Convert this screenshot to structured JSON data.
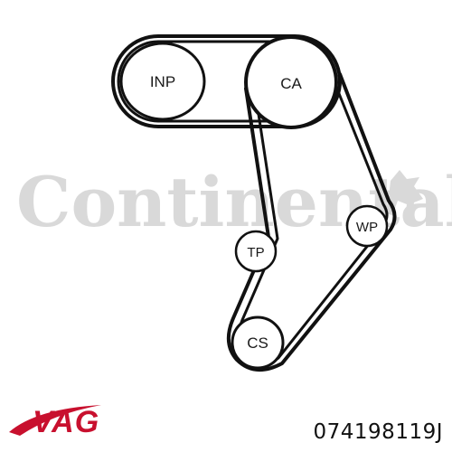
{
  "watermark": {
    "text": "Continental",
    "color": "#d9d9d9"
  },
  "pulleys": [
    {
      "id": "inp",
      "label": "INP"
    },
    {
      "id": "ca",
      "label": "CA"
    },
    {
      "id": "wp",
      "label": "WP"
    },
    {
      "id": "tp",
      "label": "TP"
    },
    {
      "id": "cs",
      "label": "CS"
    }
  ],
  "brand": {
    "text": "VAG",
    "color": "#c8102e"
  },
  "part_number": "074198119J",
  "colors": {
    "belt": "#111111",
    "background": "#ffffff"
  }
}
